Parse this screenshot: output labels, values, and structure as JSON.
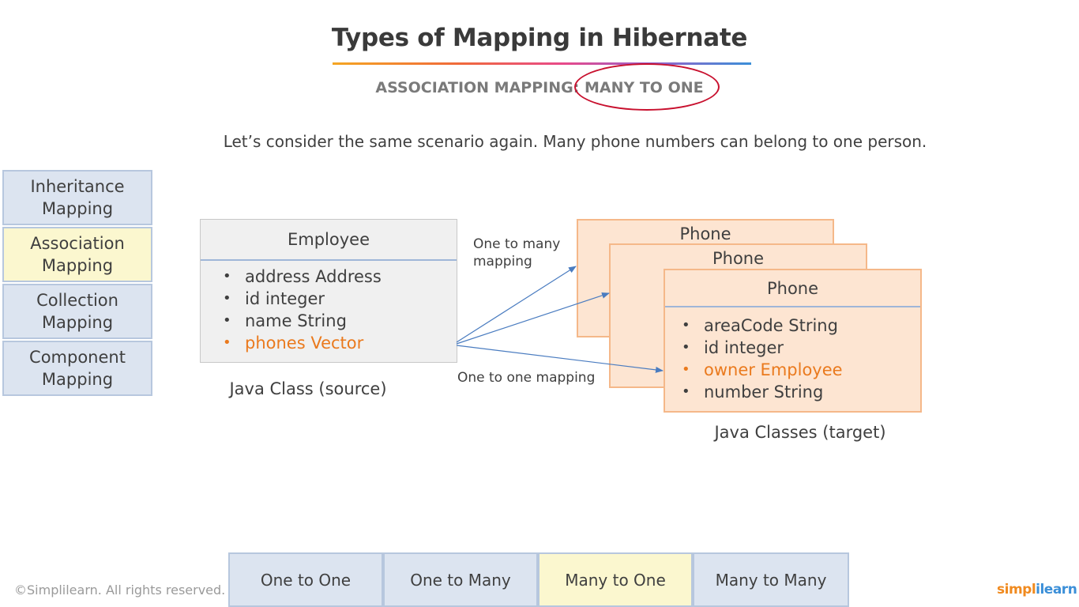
{
  "title": "Types of Mapping in Hibernate",
  "subtitle": {
    "part1": "ASSOCIATION MAPPING",
    "separator": ":",
    "part2": "MANY TO ONE"
  },
  "intro": "Let’s consider the same scenario again. Many phone numbers can belong to one person.",
  "sidebar": {
    "items": [
      {
        "label_line1": "Inheritance",
        "label_line2": "Mapping",
        "active": false
      },
      {
        "label_line1": "Association",
        "label_line2": "Mapping",
        "active": true
      },
      {
        "label_line1": "Collection",
        "label_line2": "Mapping",
        "active": false
      },
      {
        "label_line1": "Component",
        "label_line2": "Mapping",
        "active": false
      }
    ]
  },
  "diagram": {
    "employee": {
      "title": "Employee",
      "fields": [
        "address Address",
        "id integer",
        "name String",
        "phones Vector"
      ],
      "highlight_field": "phones Vector",
      "caption": "Java Class (source)"
    },
    "phones": {
      "title": "Phone",
      "fields": [
        "areaCode String",
        "id integer",
        "owner Employee",
        "number String"
      ],
      "highlight_field": "owner Employee",
      "caption": "Java Classes (target)"
    },
    "labels": {
      "one_to_many_line1": "One to many",
      "one_to_many_line2": "mapping",
      "one_to_one": "One to one mapping"
    }
  },
  "tabs": [
    {
      "label": "One to One",
      "active": false
    },
    {
      "label": "One to Many",
      "active": false
    },
    {
      "label": "Many to One",
      "active": true
    },
    {
      "label": "Many to Many",
      "active": false
    }
  ],
  "footer": {
    "copyright": "©Simplilearn. All rights reserved.",
    "logo_part1": "simpl",
    "logo_part2": "ilearn"
  },
  "colors": {
    "highlight_orange": "#ea7a1e",
    "active_tab": "#fbf7cf",
    "inactive_tab": "#dce4f0",
    "phone_fill": "#fde5d2",
    "ellipse": "#c8102e",
    "arrow": "#4a7cc0"
  }
}
